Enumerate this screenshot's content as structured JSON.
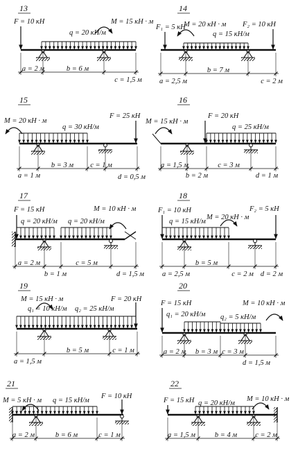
{
  "colors": {
    "ink": "#111111",
    "paper": "#ffffff"
  },
  "problems": [
    {
      "number": "13",
      "loads": [
        {
          "id": "F",
          "text": "F = 10 кН"
        },
        {
          "id": "q",
          "text": "q = 20 кН/м"
        },
        {
          "id": "M",
          "text": "M = 15 кН · м"
        }
      ],
      "dims": [
        {
          "id": "a",
          "text": "a = 2 м"
        },
        {
          "id": "b",
          "text": "b = 6 м"
        },
        {
          "id": "c",
          "text": "c = 1,5 м"
        }
      ]
    },
    {
      "number": "14",
      "loads": [
        {
          "id": "F1",
          "text": "F₁ = 5 кН"
        },
        {
          "id": "M",
          "text": "M = 20 кН · м"
        },
        {
          "id": "q",
          "text": "q = 15 кН/м"
        },
        {
          "id": "F2",
          "text": "F₂ = 10 кН"
        }
      ],
      "dims": [
        {
          "id": "a",
          "text": "a = 2,5 м"
        },
        {
          "id": "b",
          "text": "b = 7 м"
        },
        {
          "id": "c",
          "text": "c = 2 м"
        }
      ]
    },
    {
      "number": "15",
      "loads": [
        {
          "id": "M",
          "text": "M = 20 кН · м"
        },
        {
          "id": "q",
          "text": "q = 30 кН/м"
        },
        {
          "id": "F",
          "text": "F = 25 кН"
        }
      ],
      "dims": [
        {
          "id": "a",
          "text": "a = 1 м"
        },
        {
          "id": "b",
          "text": "b = 3 м"
        },
        {
          "id": "c",
          "text": "c = 1 м"
        },
        {
          "id": "d",
          "text": "d = 0,5 м"
        }
      ]
    },
    {
      "number": "16",
      "loads": [
        {
          "id": "M",
          "text": "M = 15 кН · м"
        },
        {
          "id": "F",
          "text": "F = 20 кН"
        },
        {
          "id": "q",
          "text": "q = 25 кН/м"
        }
      ],
      "dims": [
        {
          "id": "a",
          "text": "a = 1,5 м"
        },
        {
          "id": "b",
          "text": "b = 2 м"
        },
        {
          "id": "c",
          "text": "c = 3 м"
        },
        {
          "id": "d",
          "text": "d = 1 м"
        }
      ]
    },
    {
      "number": "17",
      "loads": [
        {
          "id": "F",
          "text": "F = 15 кН"
        },
        {
          "id": "q1",
          "text": "q = 20 кН/м"
        },
        {
          "id": "q2",
          "text": "q = 20 кН/м"
        },
        {
          "id": "M",
          "text": "M = 10 кН · м"
        }
      ],
      "dims": [
        {
          "id": "a",
          "text": "a = 2 м"
        },
        {
          "id": "b",
          "text": "b = 1 м"
        },
        {
          "id": "c",
          "text": "c = 5 м"
        },
        {
          "id": "d",
          "text": "d = 1,5 м"
        }
      ]
    },
    {
      "number": "18",
      "loads": [
        {
          "id": "F1",
          "text": "F₁ = 10 кН"
        },
        {
          "id": "q",
          "text": "q = 15 кН/м"
        },
        {
          "id": "M",
          "text": "M = 20 кН · м"
        },
        {
          "id": "F2",
          "text": "F₂ = 5 кН"
        }
      ],
      "dims": [
        {
          "id": "a",
          "text": "a = 2,5 м"
        },
        {
          "id": "b",
          "text": "b = 5 м"
        },
        {
          "id": "c",
          "text": "c = 2 м"
        },
        {
          "id": "d",
          "text": "d = 2 м"
        }
      ]
    },
    {
      "number": "19",
      "loads": [
        {
          "id": "M",
          "text": "M = 15 кН · м"
        },
        {
          "id": "F",
          "text": "F = 20 кН"
        },
        {
          "id": "q1",
          "text": "q₁ = 10 кН/м"
        },
        {
          "id": "q2",
          "text": "q₂ = 25 кН/м"
        }
      ],
      "dims": [
        {
          "id": "a",
          "text": "a = 1,5 м"
        },
        {
          "id": "b",
          "text": "b = 5 м"
        },
        {
          "id": "c",
          "text": "c = 1 м"
        }
      ]
    },
    {
      "number": "20",
      "loads": [
        {
          "id": "F",
          "text": "F = 15 кН"
        },
        {
          "id": "M",
          "text": "M = 10 кН · м"
        },
        {
          "id": "q1",
          "text": "q₁ = 20 кН/м"
        },
        {
          "id": "q2",
          "text": "q₂ = 5 кН/м"
        }
      ],
      "dims": [
        {
          "id": "a",
          "text": "a = 2 м"
        },
        {
          "id": "b",
          "text": "b = 3 м"
        },
        {
          "id": "c",
          "text": "c = 3 м"
        },
        {
          "id": "d",
          "text": "d = 1,5 м"
        }
      ]
    },
    {
      "number": "21",
      "loads": [
        {
          "id": "M",
          "text": "M = 5 кН · м"
        },
        {
          "id": "q",
          "text": "q = 15 кН/м"
        },
        {
          "id": "F",
          "text": "F = 10 кН"
        }
      ],
      "dims": [
        {
          "id": "a",
          "text": "a = 2 м"
        },
        {
          "id": "b",
          "text": "b = 6 м"
        },
        {
          "id": "c",
          "text": "c = 1 м"
        }
      ]
    },
    {
      "number": "22",
      "loads": [
        {
          "id": "F",
          "text": "F = 15 кН"
        },
        {
          "id": "q",
          "text": "q = 20 кН/м"
        },
        {
          "id": "M",
          "text": "M = 10 кН · м"
        }
      ],
      "dims": [
        {
          "id": "a",
          "text": "a = 1,5 м"
        },
        {
          "id": "b",
          "text": "b = 4 м"
        },
        {
          "id": "c",
          "text": "c = 2 м"
        }
      ]
    }
  ]
}
